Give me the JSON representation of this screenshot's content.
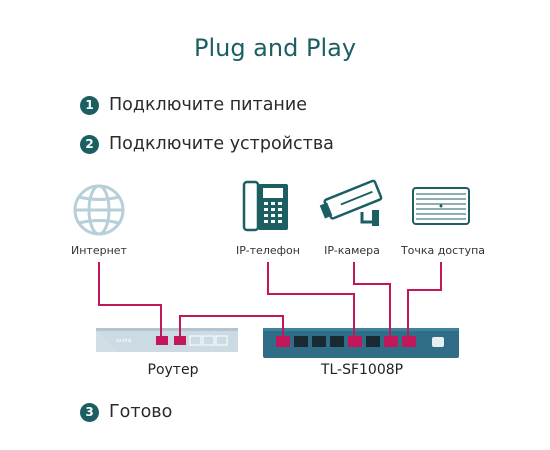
{
  "title": "Plug and Play",
  "steps": [
    {
      "num": "1",
      "text": "Подключите питание"
    },
    {
      "num": "2",
      "text": "Подключите устройства"
    },
    {
      "num": "3",
      "text": "Готово"
    }
  ],
  "devices": {
    "internet": "Интернет",
    "ip_phone": "IP-телефон",
    "ip_camera": "IP-камера",
    "access_point": "Точка доступа"
  },
  "router": {
    "label": "Роутер",
    "brand": "tp-link"
  },
  "switch": {
    "label": "TL-SF1008P"
  },
  "colors": {
    "accent": "#1c5f63",
    "cable": "#c2185b",
    "icon": "#1c5f63",
    "icon_light": "#b7cfd8",
    "switch_body": "#2f6e86",
    "router_body": "#c9d8e1"
  }
}
